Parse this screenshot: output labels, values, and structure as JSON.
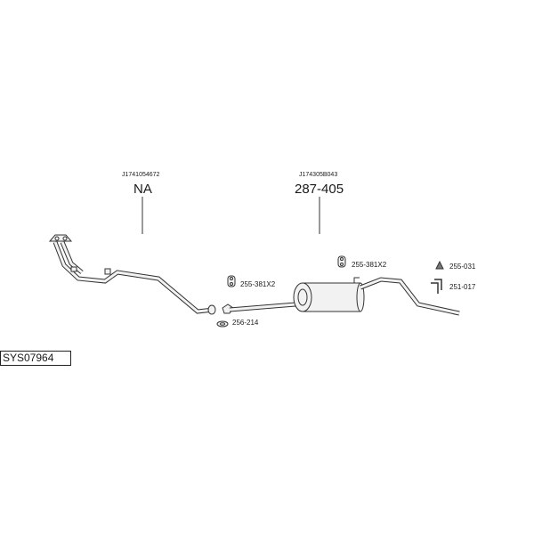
{
  "system_code": "SYS07964",
  "assemblies": [
    {
      "reference": "J1741054672",
      "part_number": "NA"
    },
    {
      "reference": "J174305B043",
      "part_number": "287-405"
    }
  ],
  "parts": [
    {
      "label": "255-381X2",
      "icon": "rubber-hanger-icon"
    },
    {
      "label": "255-381X2",
      "icon": "rubber-hanger-icon"
    },
    {
      "label": "256-214",
      "icon": "gasket-ring-icon"
    },
    {
      "label": "255-031",
      "icon": "rubber-mount-icon"
    },
    {
      "label": "251-017",
      "icon": "clamp-bracket-icon"
    }
  ],
  "colors": {
    "line": "#333333",
    "fill": "#f2f2f2",
    "text": "#1a1a1a"
  }
}
